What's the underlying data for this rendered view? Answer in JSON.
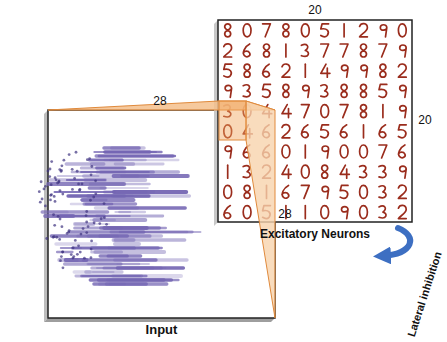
{
  "diagram": {
    "nodes": [
      {
        "text": [
          "Input"
        ]
      },
      {
        "text": [
          "Excitatory Neurons"
        ]
      }
    ],
    "labels": [
      "28",
      "28",
      "20",
      "20",
      "Lateral inhibition"
    ]
  }
}
